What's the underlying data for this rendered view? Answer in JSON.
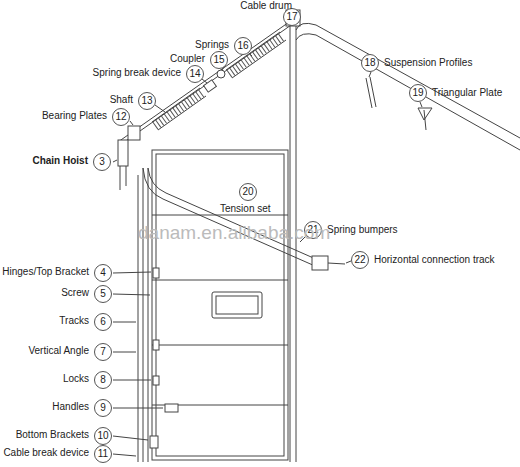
{
  "diagram": {
    "nodes": [
      {
        "text": [
          "Chain Hoist",
          "3"
        ]
      },
      {
        "text": [
          "Hinges/Top Bracket",
          "4"
        ]
      },
      {
        "text": [
          "Screw",
          "5"
        ]
      },
      {
        "text": [
          "Tracks",
          "6"
        ]
      },
      {
        "text": [
          "Vertical Angle",
          "7"
        ]
      },
      {
        "text": [
          "Locks",
          "8"
        ]
      },
      {
        "text": [
          "Handles",
          "9"
        ]
      },
      {
        "text": [
          "Bottom Brackets",
          "10"
        ]
      },
      {
        "text": [
          "Cable break device",
          "11"
        ]
      },
      {
        "text": [
          "Bearing Plates",
          "12"
        ]
      },
      {
        "text": [
          "Shaft",
          "13"
        ]
      },
      {
        "text": [
          "Spring break device",
          "14"
        ]
      },
      {
        "text": [
          "Coupler",
          "15"
        ]
      },
      {
        "text": [
          "Springs",
          "16"
        ]
      },
      {
        "text": [
          "Cable drum",
          "17"
        ]
      },
      {
        "text": [
          "Suspension Profiles",
          "18"
        ]
      },
      {
        "text": [
          "Triangular Plate",
          "19"
        ]
      },
      {
        "text": [
          "Tension set",
          "20"
        ]
      },
      {
        "text": [
          "Spring bumpers",
          "21"
        ]
      },
      {
        "text": [
          "Horizontal connection track",
          "22"
        ]
      }
    ],
    "labels": [
      "danam.en.alibaba.com"
    ]
  }
}
